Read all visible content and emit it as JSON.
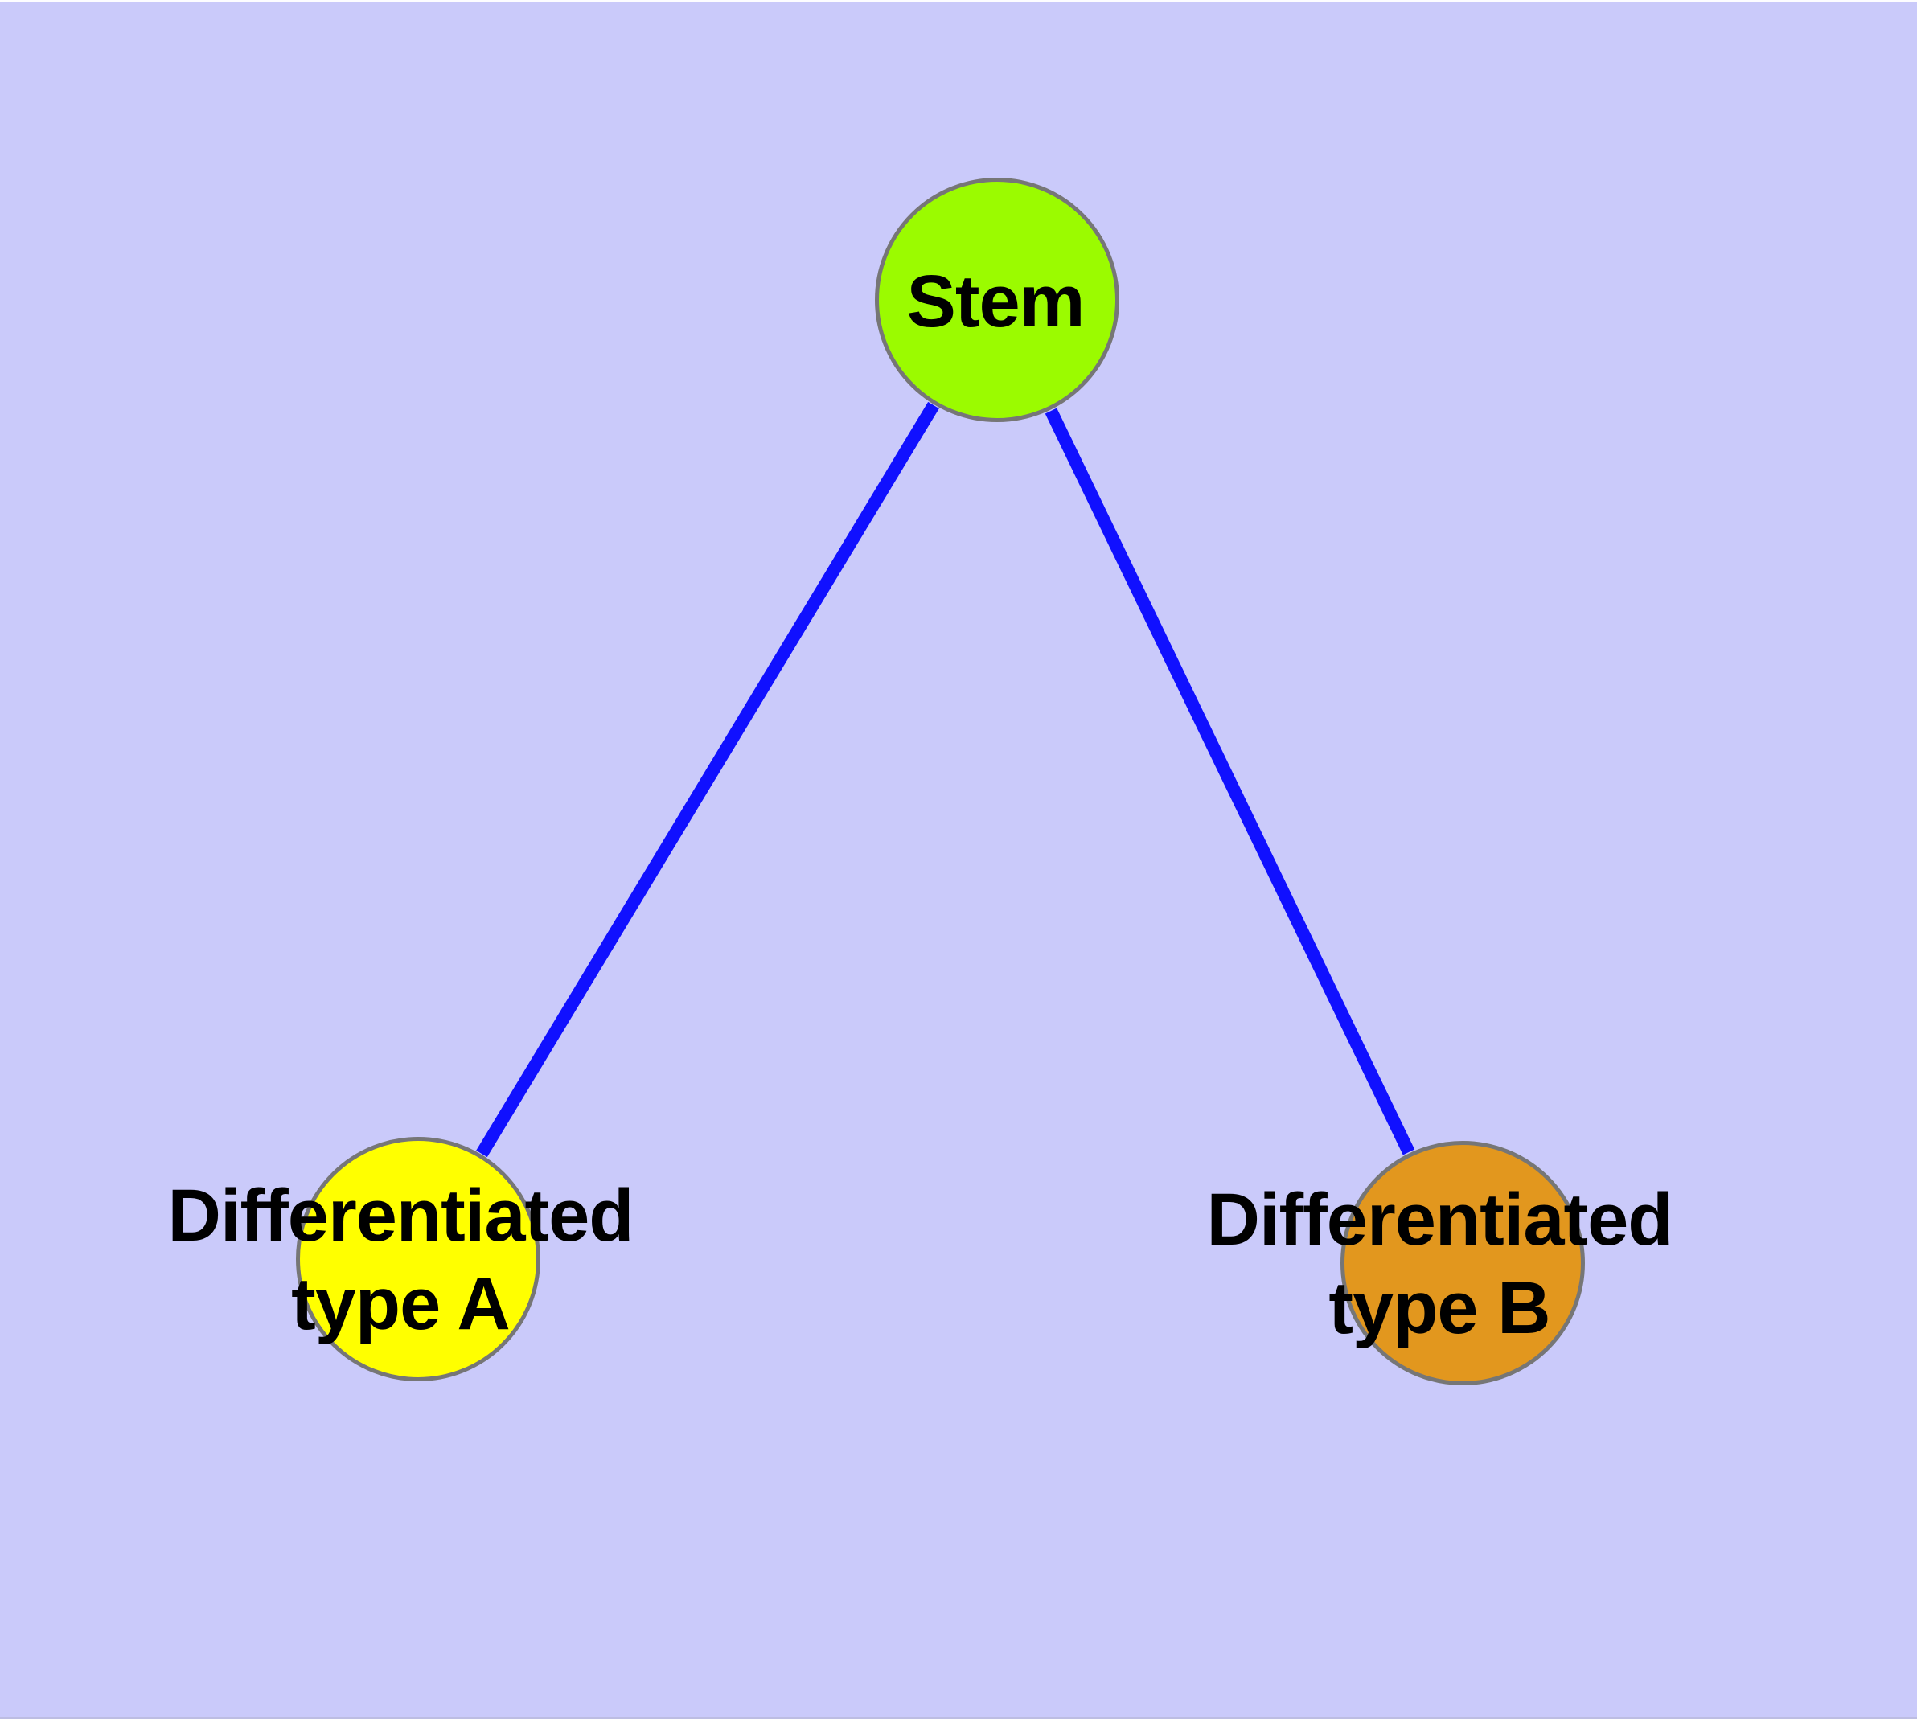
{
  "diagram": {
    "type": "graph",
    "background_color": "#CACAFA",
    "edge_color": "#1010FF",
    "node_border_color": "#767676",
    "nodes": {
      "stem": {
        "label": "Stem",
        "fill": "#9BFB00"
      },
      "type_a": {
        "line1": "Differentiated",
        "line2": "type A",
        "fill": "#FFFF00"
      },
      "type_b": {
        "line1": "Differentiated",
        "line2": "type B",
        "fill": "#E2971E"
      }
    },
    "edges": [
      {
        "from": "stem",
        "to": "type_a"
      },
      {
        "from": "stem",
        "to": "type_b"
      }
    ]
  }
}
